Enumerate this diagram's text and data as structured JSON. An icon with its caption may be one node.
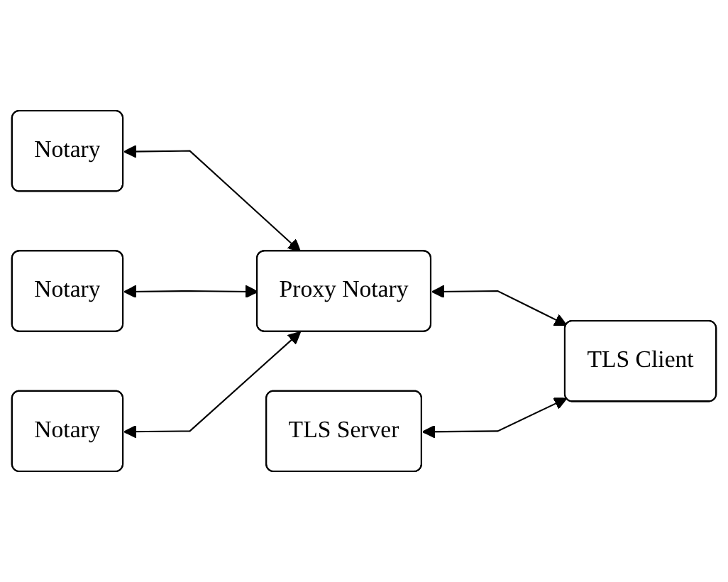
{
  "diagram": {
    "nodes": [
      {
        "text": [
          "Notary"
        ]
      },
      {
        "text": [
          "Notary"
        ]
      },
      {
        "text": [
          "Notary"
        ]
      },
      {
        "text": [
          "Proxy Notary"
        ]
      },
      {
        "text": [
          "TLS Server"
        ]
      },
      {
        "text": [
          "TLS Client"
        ]
      }
    ],
    "edges": [
      {
        "from": 0,
        "to": 3,
        "arrow": "both"
      },
      {
        "from": 1,
        "to": 3,
        "arrow": "both"
      },
      {
        "from": 2,
        "to": 3,
        "arrow": "both"
      },
      {
        "from": 3,
        "to": 5,
        "arrow": "both"
      },
      {
        "from": 4,
        "to": 5,
        "arrow": "both"
      }
    ]
  }
}
